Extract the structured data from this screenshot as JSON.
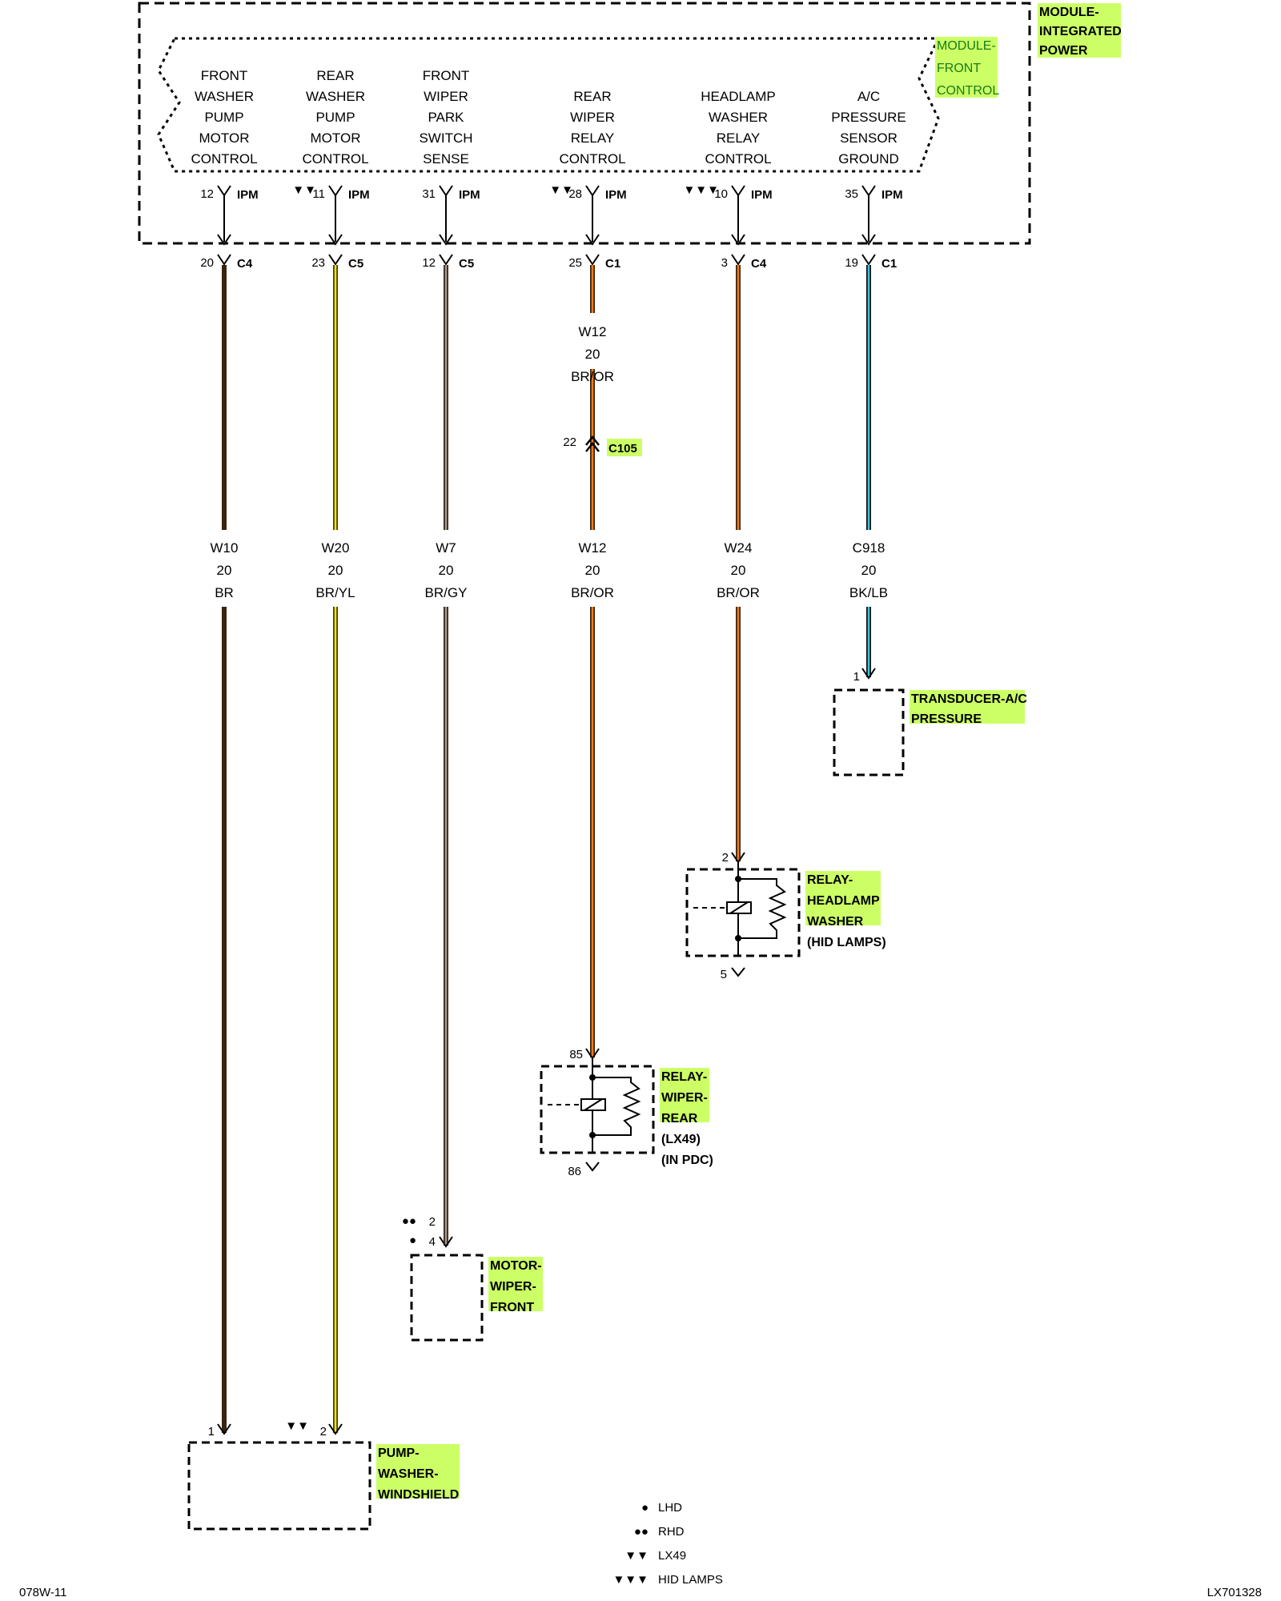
{
  "modules": {
    "ipm": {
      "lines": [
        "MODULE-",
        "INTEGRATED",
        "POWER"
      ]
    },
    "front_control": {
      "lines": [
        "MODULE-",
        "FRONT",
        "CONTROL"
      ]
    }
  },
  "circuits": [
    {
      "id": "c1",
      "function": [
        "FRONT",
        "WASHER",
        "PUMP",
        "MOTOR",
        "CONTROL"
      ],
      "ipm_pin": "12",
      "ipm_conn": "IPM",
      "mod_pin": "20",
      "mod_conn": "C4",
      "wire": "W10",
      "gauge": "20",
      "color_code": "BR",
      "stroke": "#3a2410",
      "tracer": ""
    },
    {
      "id": "c2",
      "function": [
        "REAR",
        "WASHER",
        "PUMP",
        "MOTOR",
        "CONTROL"
      ],
      "ipm_pin": "11",
      "ipm_conn": "IPM",
      "mod_pin": "23",
      "mod_conn": "C5",
      "wire": "W20",
      "gauge": "20",
      "color_code": "BR/YL",
      "stroke": "#4a3a10",
      "tracer": "#f2e600",
      "option": "▼▼"
    },
    {
      "id": "c3",
      "function": [
        "FRONT",
        "WIPER",
        "PARK",
        "SWITCH",
        "SENSE"
      ],
      "ipm_pin": "31",
      "ipm_conn": "IPM",
      "mod_pin": "12",
      "mod_conn": "C5",
      "wire": "W7",
      "gauge": "20",
      "color_code": "BR/GY",
      "stroke": "#3a2410",
      "tracer": "#9a9a9a"
    },
    {
      "id": "c4",
      "function": [
        "REAR",
        "WIPER",
        "RELAY",
        "CONTROL"
      ],
      "ipm_pin": "28",
      "ipm_conn": "IPM",
      "mod_pin": "25",
      "mod_conn": "C1",
      "wire": "W12",
      "gauge": "20",
      "color_code": "BR/OR",
      "stroke": "#3a2410",
      "tracer": "#f07a10",
      "option": "▼▼"
    },
    {
      "id": "c5",
      "function": [
        "HEADLAMP",
        "WASHER",
        "RELAY",
        "CONTROL"
      ],
      "ipm_pin": "10",
      "ipm_conn": "IPM",
      "mod_pin": "3",
      "mod_conn": "C4",
      "wire": "W24",
      "gauge": "20",
      "color_code": "BR/OR",
      "stroke": "#3a2410",
      "tracer": "#f07a10",
      "option": "▼▼▼"
    },
    {
      "id": "c6",
      "function": [
        "A/C",
        "PRESSURE",
        "SENSOR",
        "GROUND"
      ],
      "ipm_pin": "35",
      "ipm_conn": "IPM",
      "mod_pin": "19",
      "mod_conn": "C1",
      "wire": "C918",
      "gauge": "20",
      "color_code": "BK/LB",
      "stroke": "#101010",
      "tracer": "#3fc6e0"
    }
  ],
  "inline": {
    "wire": "W12",
    "gauge": "20",
    "color_code": "BR/OR",
    "pin": "22",
    "connector": "C105"
  },
  "components": {
    "transducer": {
      "pin": "1",
      "lines": [
        "TRANSDUCER-A/C",
        "PRESSURE"
      ]
    },
    "relay_headlamp": {
      "pin_in": "2",
      "pin_out": "5",
      "lines": [
        "RELAY-",
        "HEADLAMP",
        "WASHER"
      ],
      "note": "(HID LAMPS)"
    },
    "relay_wiper": {
      "pin_in": "85",
      "pin_out": "86",
      "lines": [
        "RELAY-",
        "WIPER-",
        "REAR"
      ],
      "notes": [
        "(LX49)",
        "(IN PDC)"
      ]
    },
    "motor_wiper": {
      "pin_a": "2",
      "pin_b": "4",
      "mark_a": "●●",
      "mark_b": "●",
      "lines": [
        "MOTOR-",
        "WIPER-",
        "FRONT"
      ]
    },
    "pump_washer": {
      "pin_1": "1",
      "pin_2": "2",
      "mark_2": "▼▼",
      "lines": [
        "PUMP-",
        "WASHER-",
        "WINDSHIELD"
      ]
    }
  },
  "legend": [
    {
      "symbol": "●",
      "label": "LHD"
    },
    {
      "symbol": "●●",
      "label": "RHD"
    },
    {
      "symbol": "▼▼",
      "label": "LX49"
    },
    {
      "symbol": "▼▼▼",
      "label": "HID LAMPS"
    }
  ],
  "footer": {
    "left": "078W-11",
    "right": "LX701328"
  }
}
